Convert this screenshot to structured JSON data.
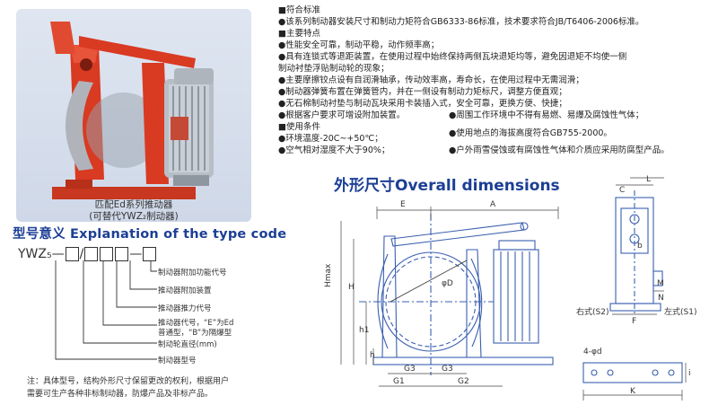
{
  "photo": {
    "caption_line1": "匹配Ed系列推动器",
    "caption_line2": "(可替代YWZ₂制动器)"
  },
  "type_code": {
    "title": "型号意义 Explanation of the type code",
    "prefix": "YWZ₅",
    "labels": [
      "制动器附加功能代号",
      "推动器附加装置",
      "推动器推力代号",
      "推动器代号，“E”为Ed",
      "普通型，“B”为隔爆型",
      "制动轮直径(mm)",
      "制动器型号"
    ],
    "note_line1": "注：具体型号，结构外形尺寸保留更改的权利，根据用户",
    "note_line2": "需要可生产各种非标制动器，防爆产品及非标产品。"
  },
  "specs": {
    "standard_heading": "■符合标准",
    "standard_text": "●该系列制动器安装尺寸和制动力矩符合GB6333-86标准，技术要求符合JB/T6406-2006标准。",
    "features_heading": "■主要特点",
    "features": [
      "●性能安全可靠，制动平稳，动作频率高；",
      "●具有连锁式等退距装置，在使用过程中始终保持两侧瓦块退矩均等，避免因退矩不均使一侧",
      "  制动衬垫浮贴制动轮的现象；",
      "●主要摩擦铰点设有自润滑轴承，传动效率高，寿命长，在使用过程中无需润滑；",
      "●制动器弹簧布置在弹簧管内，并在一侧设有制动力矩标尺，调整方便直观；",
      "●无石棉制动衬垫与制动瓦块采用卡装插入式，安全可靠，更换方便、快捷；"
    ],
    "extra_left": "●根据客户要求可增设附加装置。",
    "extra_right": "●周围工作环境中不得有易燃、易爆及腐蚀性气体；",
    "conditions_heading": "■使用条件",
    "altitude": "●使用地点的海拔高度符合GB755-2000。",
    "temperature": "●环境温度-20C~+50℃；",
    "humidity": "●空气相对湿度不大于90%；",
    "outdoor": "●户外雨雪侵蚀或有腐蚀性气体和介质应采用防腐型产品。"
  },
  "drawing": {
    "title": "外形尺寸Overall dimensions",
    "labels": {
      "E": "E",
      "A": "A",
      "H": "H",
      "Hmax": "Hmax",
      "h1": "h1",
      "h": "h",
      "phiD": "φD",
      "G3": "G3",
      "G1": "G1",
      "G2": "G2",
      "C": "C",
      "L": "L",
      "b": "b",
      "M": "M",
      "N": "N",
      "F": "F",
      "right_type": "右式(S2)",
      "left_type": "左式(S1)",
      "holes": "4-φd",
      "K": "K",
      "i": "i"
    }
  },
  "colors": {
    "accent_blue": "#1c3f95",
    "drawing_line": "#3a5fb0",
    "brake_red": "#d93a22"
  }
}
